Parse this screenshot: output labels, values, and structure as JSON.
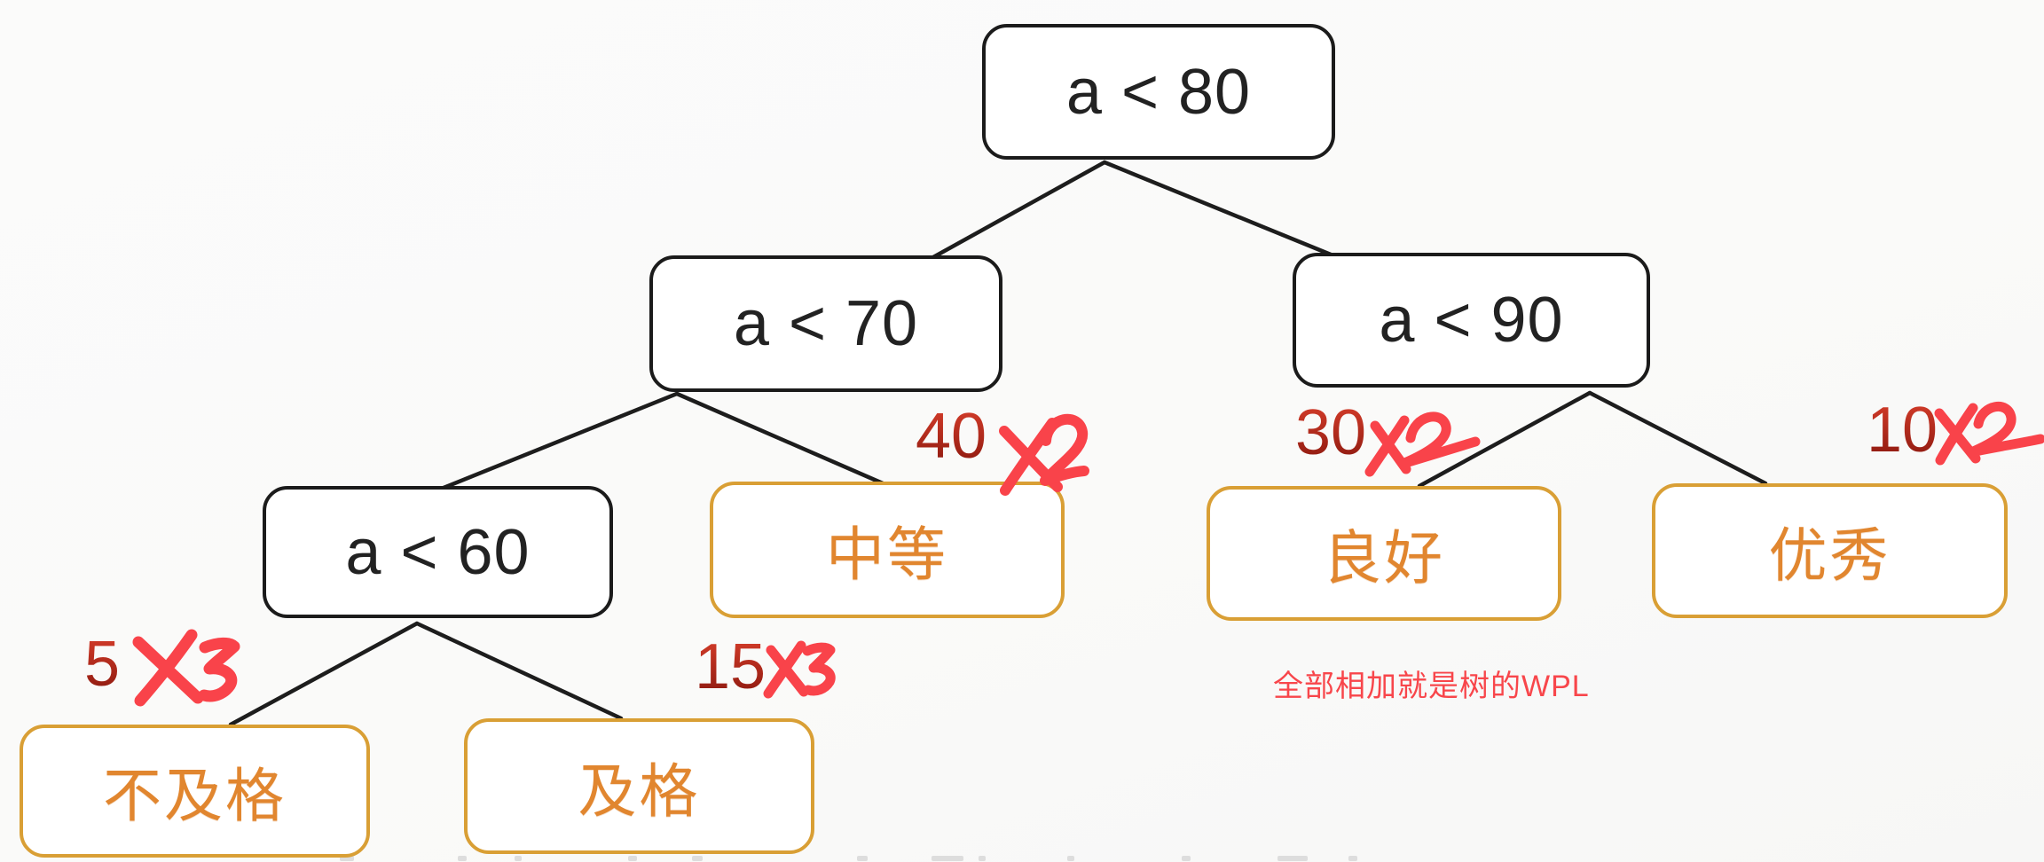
{
  "tree": {
    "root": {
      "label": "a < 80"
    },
    "l": {
      "label": "a < 70"
    },
    "r": {
      "label": "a < 90"
    },
    "ll": {
      "label": "a < 60"
    },
    "lr": {
      "label": "中等",
      "weight": "40",
      "multiplier": "×2"
    },
    "rl": {
      "label": "良好",
      "weight": "30",
      "multiplier": "×2"
    },
    "rr": {
      "label": "优秀",
      "weight": "10",
      "multiplier": "×2"
    },
    "lll": {
      "label": "不及格",
      "weight": "5",
      "multiplier": "×3"
    },
    "llr": {
      "label": "及格",
      "weight": "15",
      "multiplier": "×3"
    }
  },
  "annotation": {
    "note": "全部相加就是树的WPL"
  },
  "colors": {
    "node_border": "#1b1b1b",
    "leaf_border": "#d99f35",
    "leaf_text": "#e1862f",
    "weight_red": "#ad2619",
    "handwriting_red": "#f9434a",
    "note_red": "#f8464b"
  }
}
